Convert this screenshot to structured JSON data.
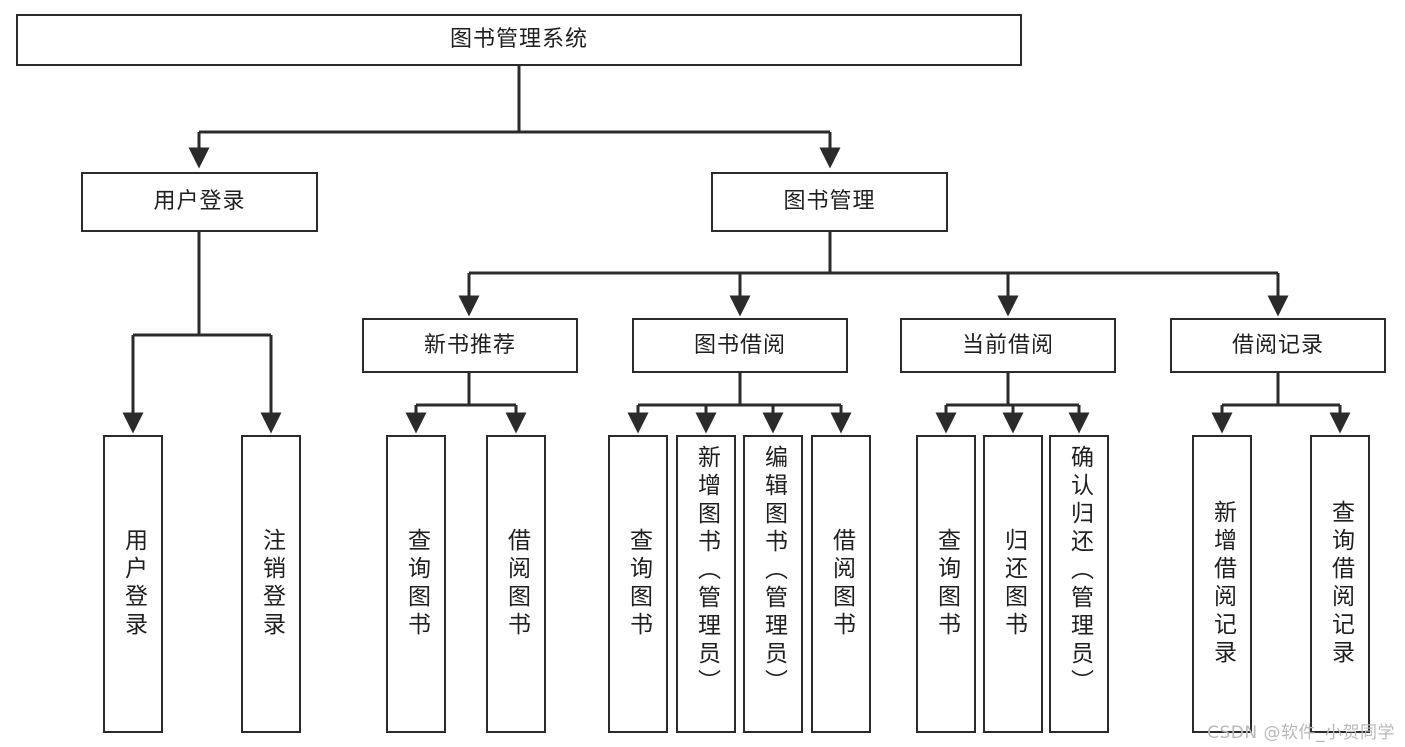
{
  "diagram": {
    "title": "图书管理系统",
    "type": "tree",
    "watermark": "CSDN @软件_小贺同学",
    "colors": {
      "box_border": "#2b2b2b",
      "box_fill": "#ffffff",
      "line": "#2b2b2b",
      "text": "#1f1f1f",
      "watermark": "#b9b9b9"
    },
    "root": {
      "id": "root",
      "label": "图书管理系统"
    },
    "level1": [
      {
        "id": "user-login",
        "label": "用户登录"
      },
      {
        "id": "book-manage",
        "label": "图书管理"
      }
    ],
    "level2": [
      {
        "id": "new-book-recommend",
        "label": "新书推荐",
        "parent": "book-manage"
      },
      {
        "id": "book-borrow",
        "label": "图书借阅",
        "parent": "book-manage"
      },
      {
        "id": "current-borrow",
        "label": "当前借阅",
        "parent": "book-manage"
      },
      {
        "id": "borrow-record",
        "label": "借阅记录",
        "parent": "book-manage"
      }
    ],
    "leaves": {
      "user-login": [
        {
          "id": "leaf-user-login",
          "label": "用户登录"
        },
        {
          "id": "leaf-user-logout",
          "label": "注销登录"
        }
      ],
      "new-book-recommend": [
        {
          "id": "leaf-query-book-1",
          "label": "查询图书"
        },
        {
          "id": "leaf-borrow-book-1",
          "label": "借阅图书"
        }
      ],
      "book-borrow": [
        {
          "id": "leaf-query-book-2",
          "label": "查询图书"
        },
        {
          "id": "leaf-add-book",
          "label": "新增图书（管理员）"
        },
        {
          "id": "leaf-edit-book",
          "label": "编辑图书（管理员）"
        },
        {
          "id": "leaf-borrow-book-2",
          "label": "借阅图书"
        }
      ],
      "current-borrow": [
        {
          "id": "leaf-query-book-3",
          "label": "查询图书"
        },
        {
          "id": "leaf-return-book",
          "label": "归还图书"
        },
        {
          "id": "leaf-confirm-return",
          "label": "确认归还（管理员）"
        }
      ],
      "borrow-record": [
        {
          "id": "leaf-add-record",
          "label": "新增借阅记录"
        },
        {
          "id": "leaf-query-record",
          "label": "查询借阅记录"
        }
      ]
    }
  }
}
